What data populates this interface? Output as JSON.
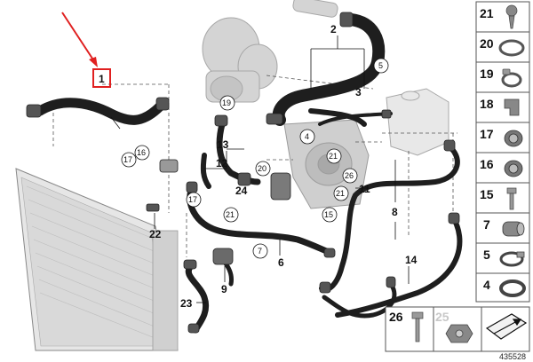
{
  "diagram": {
    "callouts": {
      "c1": "1",
      "c2": "2",
      "c3": "3",
      "c4": "4",
      "c5": "5",
      "c6": "6",
      "c7": "7",
      "c8": "8",
      "c9": "9",
      "c11": "11",
      "c12": "12",
      "c13": "13",
      "c14": "14",
      "c15": "15",
      "c16": "16",
      "c17a": "17",
      "c17b": "17",
      "c19": "19",
      "c20": "20",
      "c21a": "21",
      "c21b": "21",
      "c21c": "21",
      "c22": "22",
      "c23": "23",
      "c24": "24",
      "c26": "26"
    },
    "parts_panel": [
      {
        "label": "21",
        "icon": "screw-icon"
      },
      {
        "label": "20",
        "icon": "band-clamp-icon"
      },
      {
        "label": "19",
        "icon": "spring-clamp-icon"
      },
      {
        "label": "18",
        "icon": "retaining-clip-icon"
      },
      {
        "label": "17",
        "icon": "hose-connector-icon"
      },
      {
        "label": "16",
        "icon": "hose-connector-icon"
      },
      {
        "label": "15",
        "icon": "bolt-icon"
      },
      {
        "label": "7",
        "icon": "sleeve-icon"
      },
      {
        "label": "5",
        "icon": "hose-clamp-icon"
      },
      {
        "label": "4",
        "icon": "band-clamp-icon"
      }
    ],
    "bottom_parts": {
      "p26": "26",
      "p25": "25"
    },
    "doc_number": "435528",
    "colors": {
      "hose": "#1e1e1e",
      "ghost_part": "#c8c8c8",
      "annotation_arrow": "#e02020",
      "highlight_box": "#e02020"
    }
  }
}
